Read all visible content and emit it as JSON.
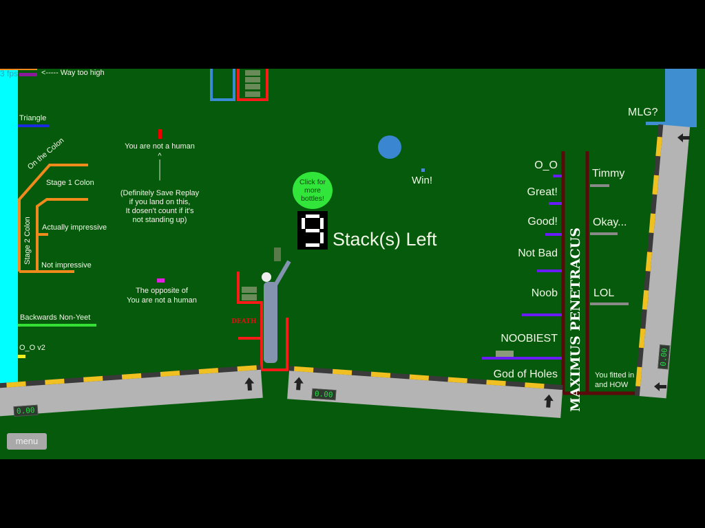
{
  "hud": {
    "fps": "3 fps",
    "menu_label": "menu",
    "stacks_left_digit": "9",
    "stacks_left_label": "Stack(s) Left",
    "more_bottles_label": "Click for more bottles!"
  },
  "left_labels": {
    "way_too_high": "<----- Way too high",
    "triangle": "Triangle",
    "on_the_colon": "On the Colon",
    "stage1_colon": "Stage 1 Colon",
    "stage2_colon": "Stage 2 Colon",
    "actually_impressive": "Actually impressive",
    "not_impressive": "Not impressive",
    "backwards_non_yeet": "Backwards Non-Yeet",
    "oo_v2": "O_O v2"
  },
  "center_labels": {
    "not_human": "You are not a human",
    "arrow": "^\n|\n|\n|",
    "save_replay": "(Definitely Save Replay\nif you land on this,\nIt dosen't count if it's\nnot standing up)",
    "opposite": "The opposite of\nYou are not a human",
    "win": "Win!",
    "death": "DEATH"
  },
  "right_labels": {
    "mlg": "MLG?",
    "maximus": "MAXIMUS PENETRACUS",
    "left_column": [
      "O_O",
      "Great!",
      "Good!",
      "Not Bad",
      "Noob",
      "NOOBIEST",
      "God of Holes"
    ],
    "right_column": [
      "Timmy",
      "Okay...",
      "LOL"
    ],
    "fitted": "You fitted in\nand HOW"
  },
  "timers": [
    "0.00",
    "0.00",
    "0.00"
  ],
  "colors": {
    "background": "#065a0c",
    "cyan_wall": "#00ffff",
    "orange": "#f08a1c",
    "purple": "#6a1aff",
    "red": "#ff1a1a",
    "maroon": "#5a0a0a"
  }
}
